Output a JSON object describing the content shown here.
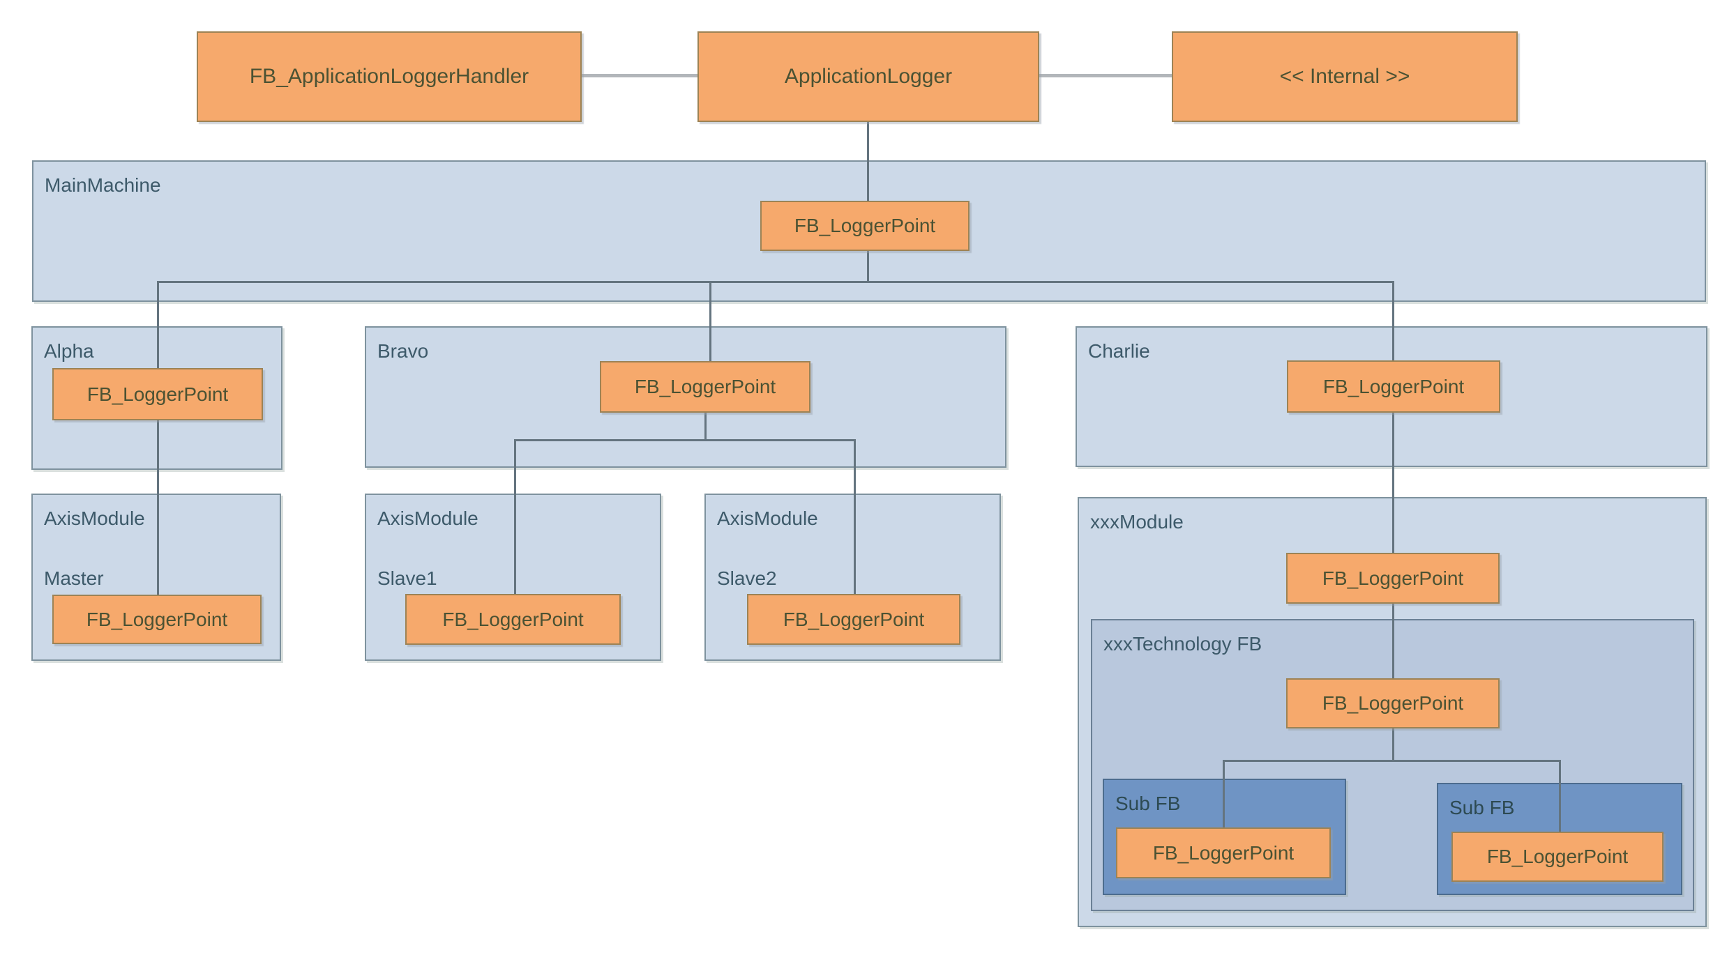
{
  "diagram": {
    "top_row": {
      "handler": "FB_ApplicationLoggerHandler",
      "application_logger": "ApplicationLogger",
      "internal": "<< Internal >>"
    },
    "fb_box_label": "FB_LoggerPoint",
    "labels": {
      "main_machine": "MainMachine",
      "alpha": "Alpha",
      "bravo": "Bravo",
      "charlie": "Charlie",
      "axis_module": "AxisModule",
      "master": "Master",
      "slave1": "Slave1",
      "slave2": "Slave2",
      "xxx_module": "xxxModule",
      "xxx_technology_fb": "xxxTechnology FB",
      "sub_fb": "Sub FB"
    },
    "colors": {
      "orange_box_fill": "#f6a96c",
      "orange_box_border": "#9d8355",
      "container_fill": "#ccd9e8",
      "container_border": "#7e929e",
      "technology_fill": "#b9c8dd",
      "sub_fb_fill": "#6f94c4",
      "sub_fb_border": "#4c6c8e",
      "label_text": "#3d5a6a",
      "box_text": "#4b5233",
      "tree_line": "#64747f",
      "top_connector_line": "#b2b6ba"
    }
  }
}
